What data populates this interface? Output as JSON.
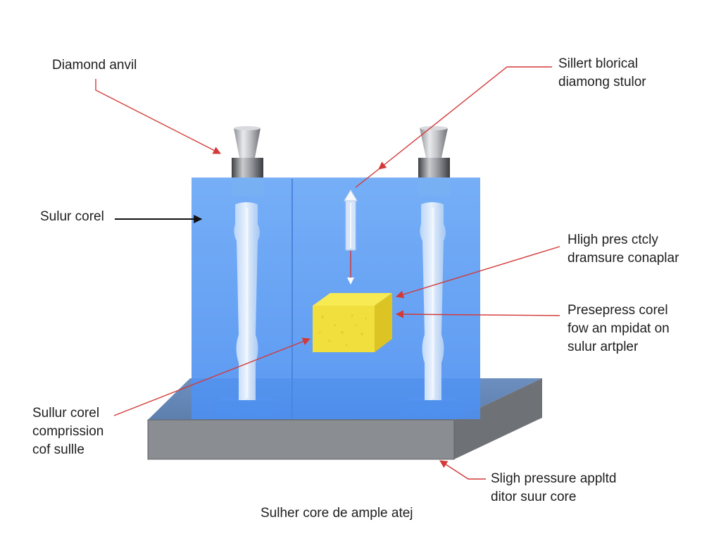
{
  "labels": {
    "diamond_anvil": "Diamond anvil",
    "silent_stylus": [
      "Sillert blorical",
      "diamong stulor"
    ],
    "sulfur_core": "Sulur corel",
    "high_pressure": [
      "Hligh pres ctcly",
      "dramsure conaplar"
    ],
    "preseperss": [
      "Presepress corel",
      "fow an mpidat on",
      "sulur artpler"
    ],
    "compression": [
      "Sullur corel",
      "comprission",
      "cof sullle"
    ],
    "slight_pressure": [
      "Sligh pressure appltd",
      "ditor suur core"
    ],
    "caption": "Sulher core de ample atej"
  },
  "colors": {
    "chamber": "#5b9cf2",
    "base_top": "#7e8591",
    "base_front": "#8a8d92",
    "sample": "#f0e040",
    "leader": "#d23a3a",
    "pointer": "#111111"
  }
}
